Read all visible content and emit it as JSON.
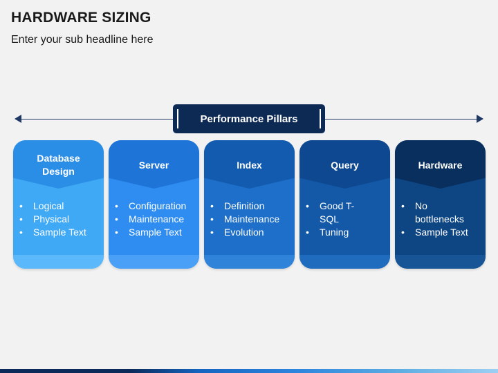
{
  "slide": {
    "title": "HARDWARE SIZING",
    "subtitle": "Enter your sub headline here",
    "center_label": "Performance Pillars"
  },
  "cards": [
    {
      "title_lines": [
        "Database",
        "Design"
      ],
      "items": [
        [
          "Logical"
        ],
        [
          "Physical"
        ],
        [
          "Sample Text"
        ]
      ],
      "color_body": "#3fa9f5",
      "color_head": "#2b8ee6",
      "color_band": "#5bb8fa"
    },
    {
      "title_lines": [
        "Server"
      ],
      "items": [
        [
          "Configuration"
        ],
        [
          "Maintenance"
        ],
        [
          "Sample Text"
        ]
      ],
      "color_body": "#2f8cf0",
      "color_head": "#1f74d8",
      "color_band": "#4aa0f7"
    },
    {
      "title_lines": [
        "Index"
      ],
      "items": [
        [
          "Definition"
        ],
        [
          "Maintenance"
        ],
        [
          "Evolution"
        ]
      ],
      "color_body": "#1d6fc9",
      "color_head": "#135bae",
      "color_band": "#2f83d8"
    },
    {
      "title_lines": [
        "Query"
      ],
      "items": [
        [
          "Good T-",
          "SQL"
        ],
        [
          "Tuning"
        ]
      ],
      "color_body": "#1459a8",
      "color_head": "#0e4890",
      "color_band": "#1f6bbd"
    },
    {
      "title_lines": [
        "Hardware"
      ],
      "items": [
        [
          "No",
          "bottlenecks"
        ],
        [
          "Sample Text"
        ]
      ],
      "color_body": "#0e4683",
      "color_head": "#082f5e",
      "color_band": "#175596"
    }
  ]
}
